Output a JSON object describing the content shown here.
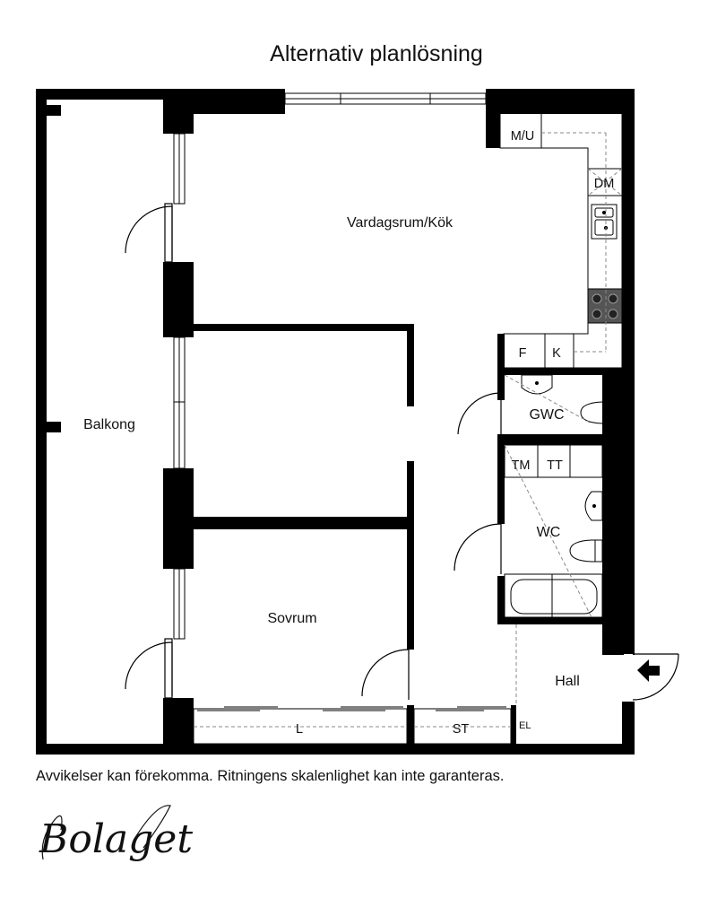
{
  "title": "Alternativ planlösning",
  "disclaimer": "Avvikelser kan förekomma. Ritningens skalenlighet kan inte garanteras.",
  "logo": "Bolaget",
  "rooms": {
    "living_kitchen": "Vardagsrum/Kök",
    "balcony": "Balkong",
    "bedroom": "Sovrum",
    "hall": "Hall",
    "gwc": "GWC",
    "wc": "WC"
  },
  "fixtures": {
    "mu": "M/U",
    "dm": "DM",
    "f": "F",
    "k": "K",
    "tm": "TM",
    "tt": "TT",
    "l": "L",
    "st": "ST",
    "el": "EL"
  },
  "colors": {
    "wall": "#000000",
    "stove": "#555555",
    "dash": "#888888"
  }
}
